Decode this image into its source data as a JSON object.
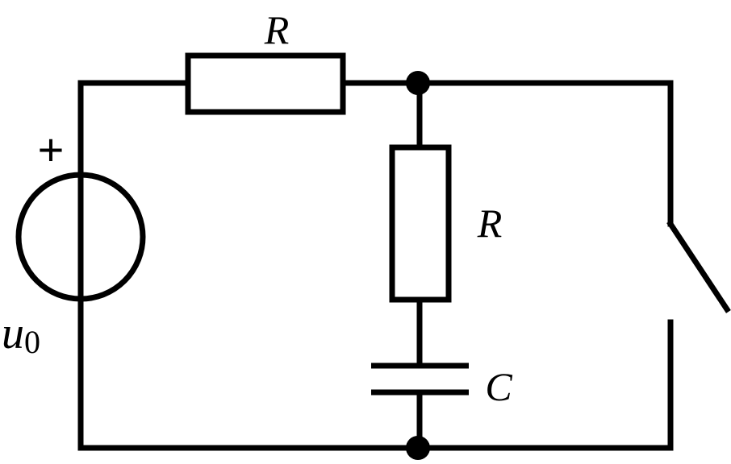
{
  "labels": {
    "top_resistor": "R",
    "middle_resistor": "R",
    "capacitor": "C",
    "source_name": "u",
    "source_subscript": "0",
    "source_polarity": "+"
  }
}
